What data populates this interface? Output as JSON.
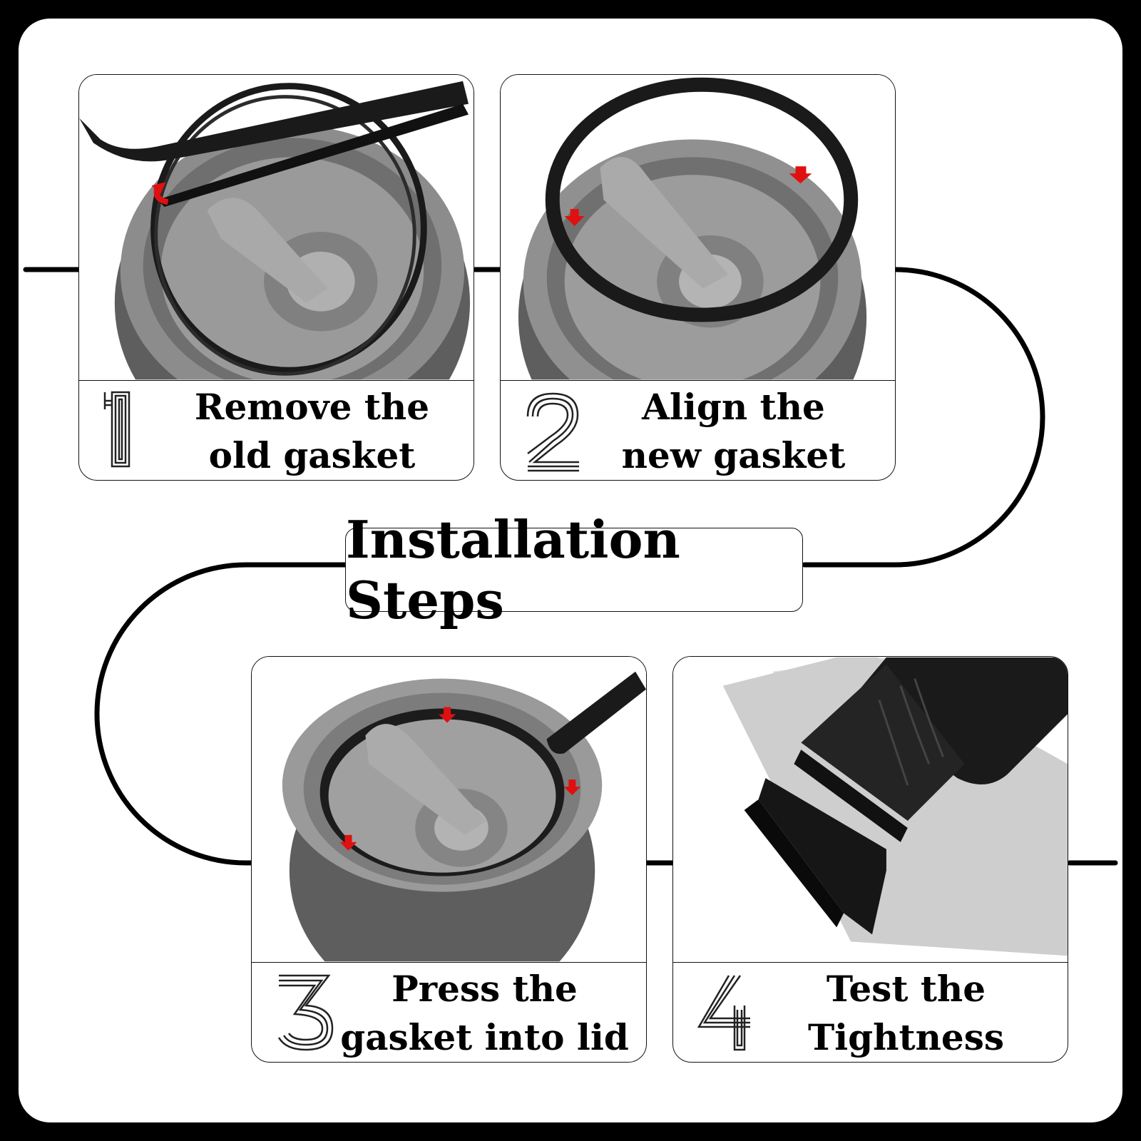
{
  "title": "Installation Steps",
  "steps": [
    {
      "number": "1",
      "line1": "Remove the",
      "line2": "old gasket"
    },
    {
      "number": "2",
      "line1": "Align the",
      "line2": "new gasket"
    },
    {
      "number": "3",
      "line1": "Press the",
      "line2": "gasket into lid"
    },
    {
      "number": "4",
      "line1": "Test the",
      "line2": "Tightness"
    }
  ],
  "icons": {
    "step1": "tweezers-removing-gasket-icon",
    "step2": "gasket-alignment-icon",
    "step3": "gasket-press-icon",
    "step4": "bottle-tightness-test-icon"
  },
  "colors": {
    "background": "#000000",
    "panel": "#ffffff",
    "accent_arrow": "#e01010",
    "lid_gray": "#8a8a8a"
  }
}
